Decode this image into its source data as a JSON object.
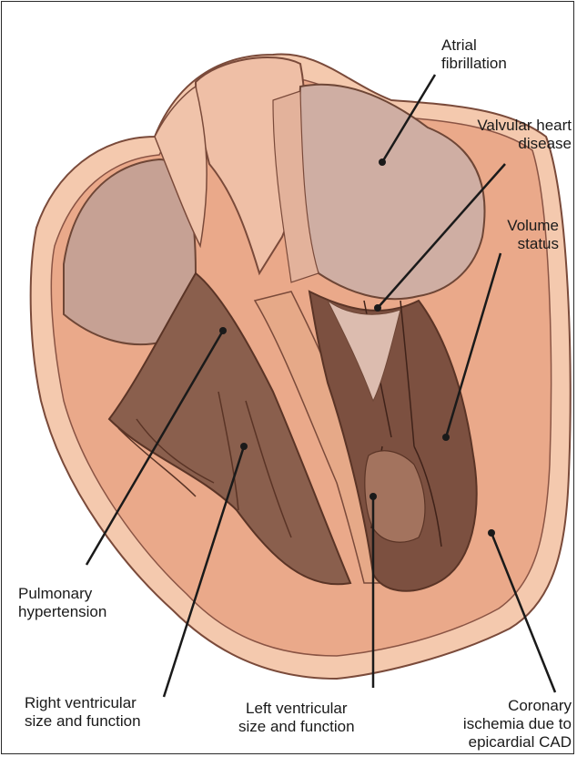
{
  "labels": {
    "atrial_fibrillation": [
      "Atrial",
      "fibrillation"
    ],
    "valvular_heart_disease": [
      "Valvular heart",
      "disease"
    ],
    "volume_status": [
      "Volume",
      "status"
    ],
    "pulmonary_hypertension": [
      "Pulmonary",
      "hypertension"
    ],
    "right_ventricular": [
      "Right ventricular",
      "size and function"
    ],
    "left_ventricular": [
      "Left ventricular",
      "size and function"
    ],
    "coronary_ischemia": [
      "Coronary",
      "ischemia due to",
      "epicardial CAD"
    ]
  },
  "colors": {
    "outer_tissue": "#f2c2a6",
    "myocardium": "#e8a585",
    "chamber_dark": "#7a5040",
    "chamber_mid": "#a57762",
    "atrium_light": "#c9a69a",
    "leader_line": "#1a1a1a",
    "frame": "#2a2a2a"
  }
}
